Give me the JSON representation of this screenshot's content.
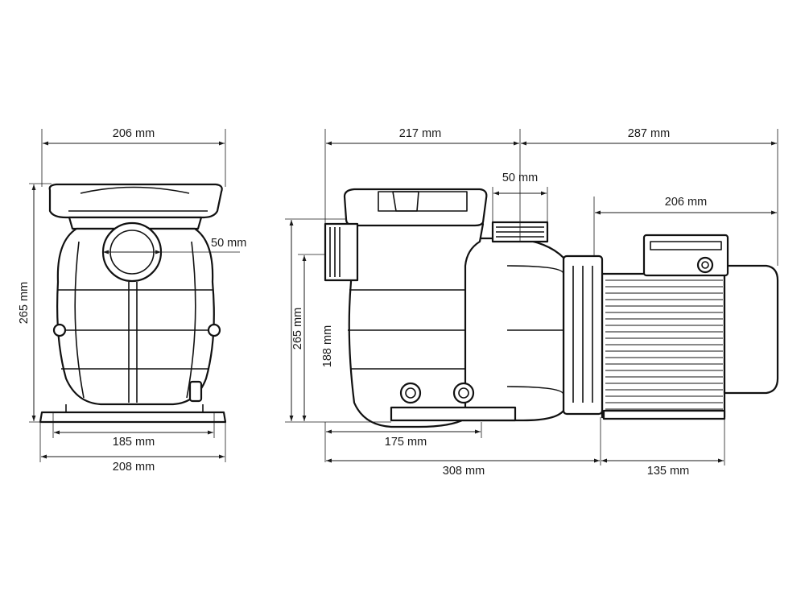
{
  "dimensions": {
    "front_top_width": "206 mm",
    "front_height": "265 mm",
    "front_inlet": "50 mm",
    "front_foot_spacing": "185 mm",
    "front_base_width": "208 mm",
    "side_pre_filter_length": "217 mm",
    "side_motor_length": "287 mm",
    "side_outlet": "50 mm",
    "side_motor_box": "206 mm",
    "side_height": "265 mm",
    "side_inlet_height": "188 mm",
    "side_base_length": "175 mm",
    "side_pump_length": "308 mm",
    "side_motor_base": "135 mm"
  },
  "colors": {
    "ink": "#1a1a1a",
    "background": "#ffffff"
  }
}
